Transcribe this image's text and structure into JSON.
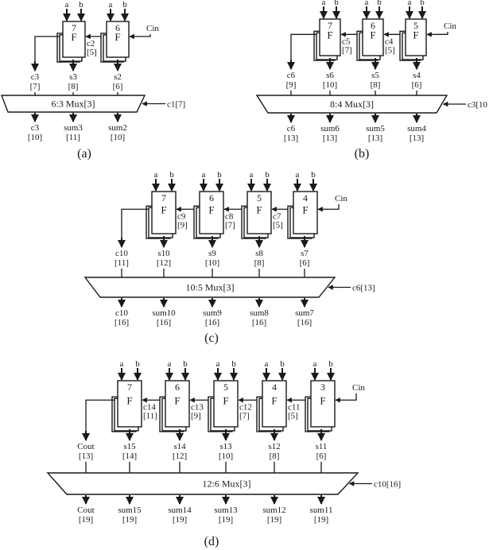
{
  "figure": {
    "panels": [
      {
        "id": "a",
        "caption": "(a)",
        "cells": [
          {
            "num": "7",
            "func": "F",
            "sum": "s3",
            "sum_delay": "[8]",
            "carry_in_label": "c2",
            "carry_in_delay": "[5]"
          },
          {
            "num": "6",
            "func": "F",
            "sum": "s2",
            "sum_delay": "[6]"
          }
        ],
        "carry_out": {
          "name": "c3",
          "delay": "[7]"
        },
        "cin_label": "Cin",
        "input_labels": [
          "a",
          "b"
        ],
        "mux": {
          "label": "6:3 Mux[3]",
          "select": "c1[7]"
        },
        "outputs": [
          {
            "name": "c3",
            "delay": "[10]"
          },
          {
            "name": "sum3",
            "delay": "[11]"
          },
          {
            "name": "sum2",
            "delay": "[10]"
          }
        ]
      },
      {
        "id": "b",
        "caption": "(b)",
        "cells": [
          {
            "num": "7",
            "func": "F",
            "sum": "s6",
            "sum_delay": "[10]",
            "carry_in_label": "c5",
            "carry_in_delay": "[7]"
          },
          {
            "num": "6",
            "func": "F",
            "sum": "s5",
            "sum_delay": "[8]",
            "carry_in_label": "c4",
            "carry_in_delay": "[5]"
          },
          {
            "num": "5",
            "func": "F",
            "sum": "s4",
            "sum_delay": "[6]"
          }
        ],
        "carry_out": {
          "name": "c6",
          "delay": "[9]"
        },
        "cin_label": "Cin",
        "input_labels": [
          "a",
          "b"
        ],
        "mux": {
          "label": "8:4 Mux[3]",
          "select": "c3[10"
        },
        "outputs": [
          {
            "name": "c6",
            "delay": "[13]"
          },
          {
            "name": "sum6",
            "delay": "[13]"
          },
          {
            "name": "sum5",
            "delay": "[13]"
          },
          {
            "name": "sum4",
            "delay": "[13]"
          }
        ]
      },
      {
        "id": "c",
        "caption": "(c)",
        "cells": [
          {
            "num": "7",
            "func": "F",
            "sum": "s10",
            "sum_delay": "[12]",
            "carry_in_label": "c9",
            "carry_in_delay": "[9]"
          },
          {
            "num": "6",
            "func": "F",
            "sum": "s9",
            "sum_delay": "[10]",
            "carry_in_label": "c8",
            "carry_in_delay": "[7]"
          },
          {
            "num": "5",
            "func": "F",
            "sum": "s8",
            "sum_delay": "[8]",
            "carry_in_label": "c7",
            "carry_in_delay": "[5]"
          },
          {
            "num": "4",
            "func": "F",
            "sum": "s7",
            "sum_delay": "[6]"
          }
        ],
        "carry_out": {
          "name": "c10",
          "delay": "[11]"
        },
        "cin_label": "Cin",
        "input_labels": [
          "a",
          "b"
        ],
        "mux": {
          "label": "10:5 Mux[3]",
          "select": "c6[13]"
        },
        "outputs": [
          {
            "name": "c10",
            "delay": "[16]"
          },
          {
            "name": "sum10",
            "delay": "[16]"
          },
          {
            "name": "sum9",
            "delay": "[16]"
          },
          {
            "name": "sum8",
            "delay": "[16]"
          },
          {
            "name": "sum7",
            "delay": "[16]"
          }
        ]
      },
      {
        "id": "d",
        "caption": "(d)",
        "cells": [
          {
            "num": "7",
            "func": "F",
            "sum": "s15",
            "sum_delay": "[14]",
            "carry_in_label": "c14",
            "carry_in_delay": "[11]"
          },
          {
            "num": "6",
            "func": "F",
            "sum": "s14",
            "sum_delay": "[12]",
            "carry_in_label": "c13",
            "carry_in_delay": "[9]"
          },
          {
            "num": "5",
            "func": "F",
            "sum": "s13",
            "sum_delay": "[10]",
            "carry_in_label": "c12",
            "carry_in_delay": "[7]"
          },
          {
            "num": "4",
            "func": "F",
            "sum": "s12",
            "sum_delay": "[8]",
            "carry_in_label": "c11",
            "carry_in_delay": "[5]"
          },
          {
            "num": "3",
            "func": "F",
            "sum": "s11",
            "sum_delay": "[6]"
          }
        ],
        "carry_out": {
          "name": "Cout",
          "delay": "[13]"
        },
        "cin_label": "Cin",
        "input_labels": [
          "a",
          "b"
        ],
        "mux": {
          "label": "12:6 Mux[3]",
          "select": "c10[16]"
        },
        "outputs": [
          {
            "name": "Cout",
            "delay": "[19]"
          },
          {
            "name": "sum15",
            "delay": "[19]"
          },
          {
            "name": "sum14",
            "delay": "[19]"
          },
          {
            "name": "sum13",
            "delay": "[19]"
          },
          {
            "name": "sum12",
            "delay": "[19]"
          },
          {
            "name": "sum11",
            "delay": "[19]"
          }
        ]
      }
    ]
  }
}
